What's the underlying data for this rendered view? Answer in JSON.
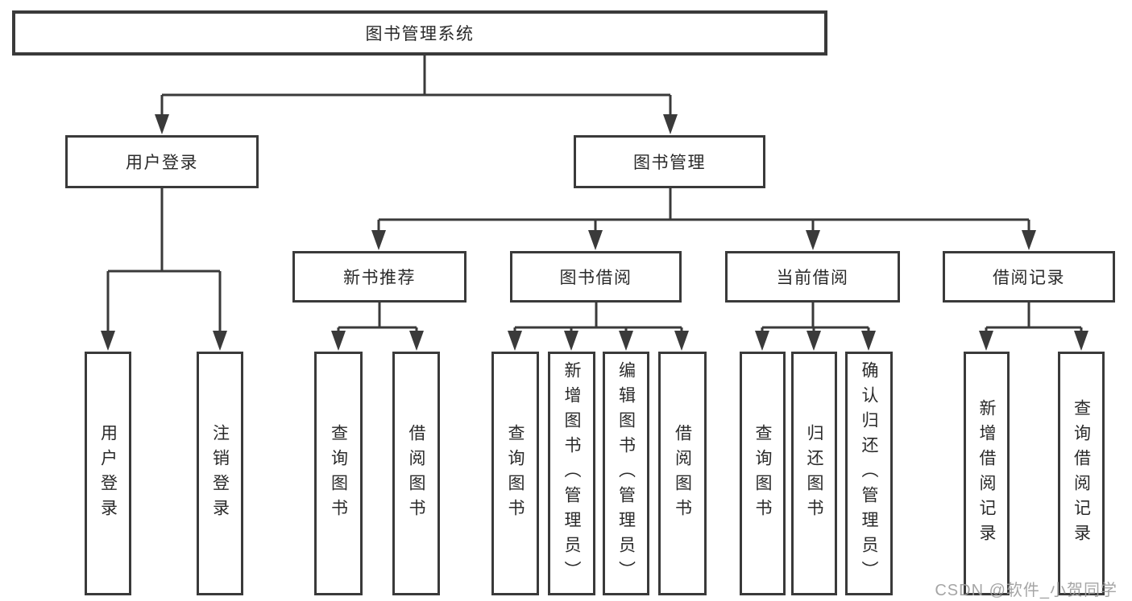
{
  "tree": {
    "root": {
      "label": "图书管理系统"
    },
    "branches": [
      {
        "label": "用户登录",
        "children": [
          {
            "label": "用户登录"
          },
          {
            "label": "注销登录"
          }
        ]
      },
      {
        "label": "图书管理",
        "sections": [
          {
            "label": "新书推荐",
            "children": [
              {
                "label": "查询图书"
              },
              {
                "label": "借阅图书"
              }
            ]
          },
          {
            "label": "图书借阅",
            "children": [
              {
                "label": "查询图书"
              },
              {
                "label": "新增图书（管理员）"
              },
              {
                "label": "编辑图书（管理员）"
              },
              {
                "label": "借阅图书"
              }
            ]
          },
          {
            "label": "当前借阅",
            "children": [
              {
                "label": "查询图书"
              },
              {
                "label": "归还图书"
              },
              {
                "label": "确认归还（管理员）"
              }
            ]
          },
          {
            "label": "借阅记录",
            "children": [
              {
                "label": "新增借阅记录"
              },
              {
                "label": "查询借阅记录"
              }
            ]
          }
        ]
      }
    ]
  },
  "watermark": {
    "text": "CSDN @软件_小贺同学"
  },
  "colors": {
    "line": "#3a3a3a",
    "text": "#2a2a2a",
    "background": "#ffffff",
    "watermark": "#9e9e9e"
  }
}
